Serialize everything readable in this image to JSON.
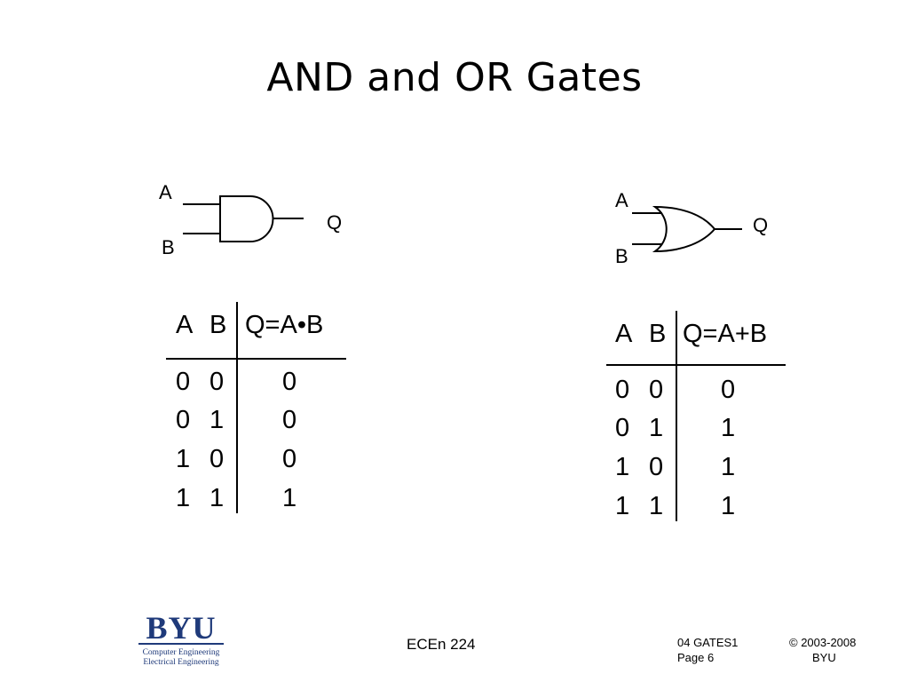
{
  "slide": {
    "title": "AND and OR Gates"
  },
  "and_gate": {
    "input_a": "A",
    "input_b": "B",
    "output": "Q"
  },
  "or_gate": {
    "input_a": "A",
    "input_b": "B",
    "output": "Q"
  },
  "and_table": {
    "headers": [
      "A",
      "B",
      "Q=A•B"
    ],
    "rows": [
      [
        "0",
        "0",
        "0"
      ],
      [
        "0",
        "1",
        "0"
      ],
      [
        "1",
        "0",
        "0"
      ],
      [
        "1",
        "1",
        "1"
      ]
    ]
  },
  "or_table": {
    "headers": [
      "A",
      "B",
      "Q=A+B"
    ],
    "rows": [
      [
        "0",
        "0",
        "0"
      ],
      [
        "0",
        "1",
        "1"
      ],
      [
        "1",
        "0",
        "1"
      ],
      [
        "1",
        "1",
        "1"
      ]
    ]
  },
  "footer": {
    "logo": {
      "name": "BYU",
      "line1": "Computer Engineering",
      "line2": "Electrical Engineering",
      "color": "#1f3a7a"
    },
    "course": "ECEn 224",
    "lecture": "04 GATES1",
    "page": "Page 6",
    "copyright": "© 2003-2008",
    "org": "BYU"
  }
}
